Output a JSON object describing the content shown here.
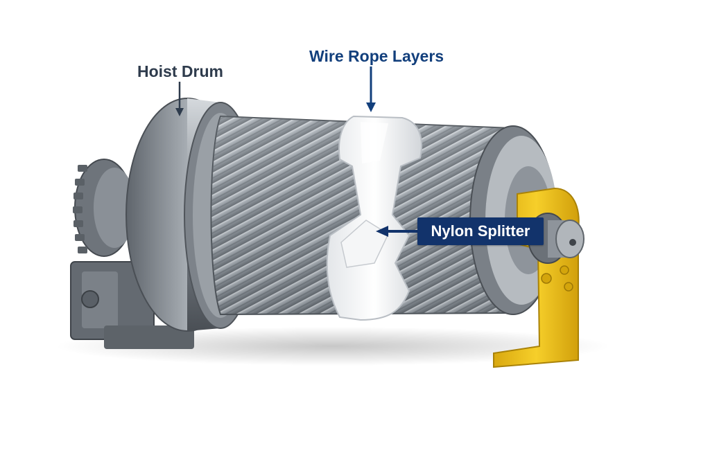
{
  "labels": {
    "hoist_drum": "Hoist Drum",
    "wire_rope_layers": "Wire Rope Layers",
    "nylon_splitter": "Nylon Splitter"
  },
  "colors": {
    "steel": "#8e949b",
    "rope": "#9aa1a8",
    "splitter": "#eef0f2",
    "bracket": "#f0c419",
    "callout_navy": "#12336b",
    "text_dark": "#2e3b4c",
    "text_blue": "#123f7c"
  },
  "icons": {
    "arrow": "arrow-down-icon",
    "pointer": "arrow-left-icon"
  }
}
